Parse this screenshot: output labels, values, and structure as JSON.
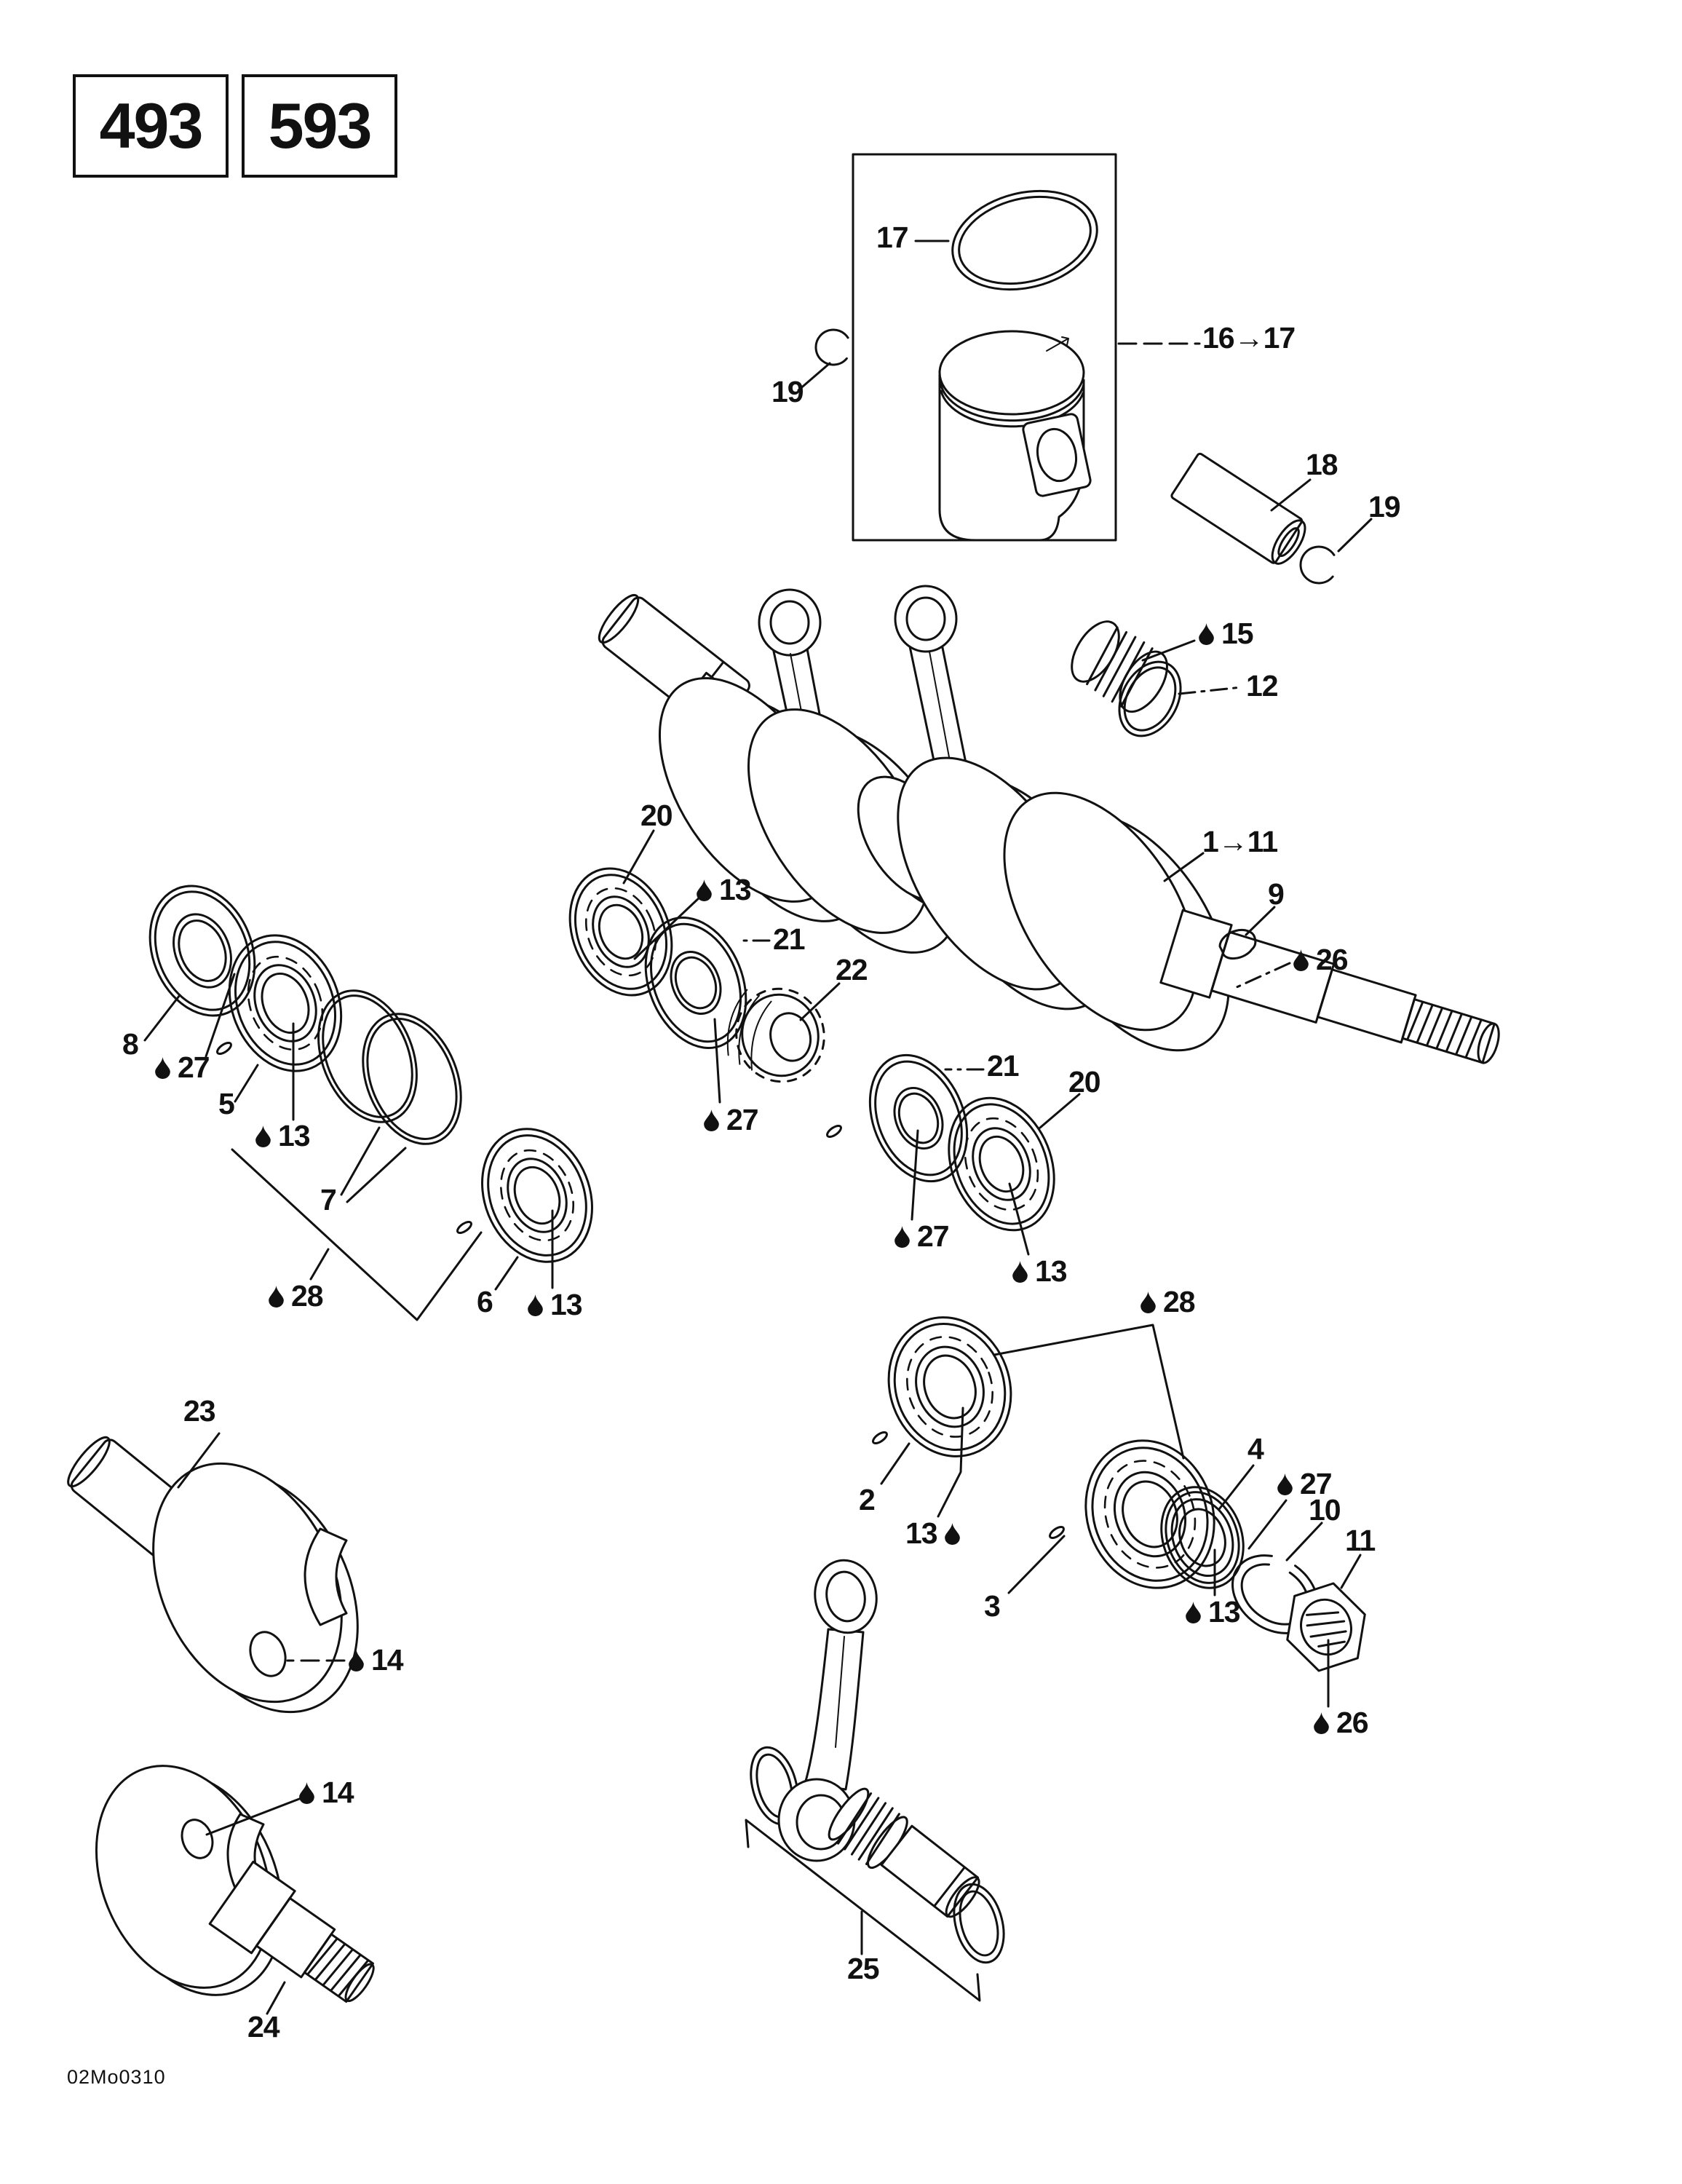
{
  "page": {
    "background": "#ffffff",
    "line_color": "#111111"
  },
  "model_badges": [
    {
      "label": "493"
    },
    {
      "label": "593"
    }
  ],
  "drawing_code": "02Mo0310",
  "callouts": [
    {
      "text": "17",
      "oil_drop": false
    },
    {
      "text": "19",
      "oil_drop": false
    },
    {
      "text": "16→17",
      "oil_drop": false
    },
    {
      "text": "18",
      "oil_drop": false
    },
    {
      "text": "19",
      "oil_drop": false
    },
    {
      "text": "15",
      "oil_drop": true
    },
    {
      "text": "12",
      "oil_drop": false
    },
    {
      "text": "1→11",
      "oil_drop": false
    },
    {
      "text": "9",
      "oil_drop": false
    },
    {
      "text": "26",
      "oil_drop": true
    },
    {
      "text": "20",
      "oil_drop": false
    },
    {
      "text": "13",
      "oil_drop": true
    },
    {
      "text": "21",
      "oil_drop": false
    },
    {
      "text": "22",
      "oil_drop": false
    },
    {
      "text": "27",
      "oil_drop": true
    },
    {
      "text": "8",
      "oil_drop": false
    },
    {
      "text": "27",
      "oil_drop": true
    },
    {
      "text": "5",
      "oil_drop": false
    },
    {
      "text": "13",
      "oil_drop": true
    },
    {
      "text": "7",
      "oil_drop": false
    },
    {
      "text": "28",
      "oil_drop": true
    },
    {
      "text": "6",
      "oil_drop": false
    },
    {
      "text": "13",
      "oil_drop": true
    },
    {
      "text": "21",
      "oil_drop": false
    },
    {
      "text": "20",
      "oil_drop": false
    },
    {
      "text": "27",
      "oil_drop": true
    },
    {
      "text": "13",
      "oil_drop": true
    },
    {
      "text": "28",
      "oil_drop": true
    },
    {
      "text": "2",
      "oil_drop": false
    },
    {
      "text": "13",
      "oil_drop": true,
      "oil_drop_position": "after"
    },
    {
      "text": "3",
      "oil_drop": false
    },
    {
      "text": "13",
      "oil_drop": true
    },
    {
      "text": "4",
      "oil_drop": false
    },
    {
      "text": "27",
      "oil_drop": true
    },
    {
      "text": "10",
      "oil_drop": false
    },
    {
      "text": "11",
      "oil_drop": false
    },
    {
      "text": "26",
      "oil_drop": true
    },
    {
      "text": "23",
      "oil_drop": false
    },
    {
      "text": "14",
      "oil_drop": true
    },
    {
      "text": "14",
      "oil_drop": true
    },
    {
      "text": "24",
      "oil_drop": false
    },
    {
      "text": "25",
      "oil_drop": false
    }
  ]
}
